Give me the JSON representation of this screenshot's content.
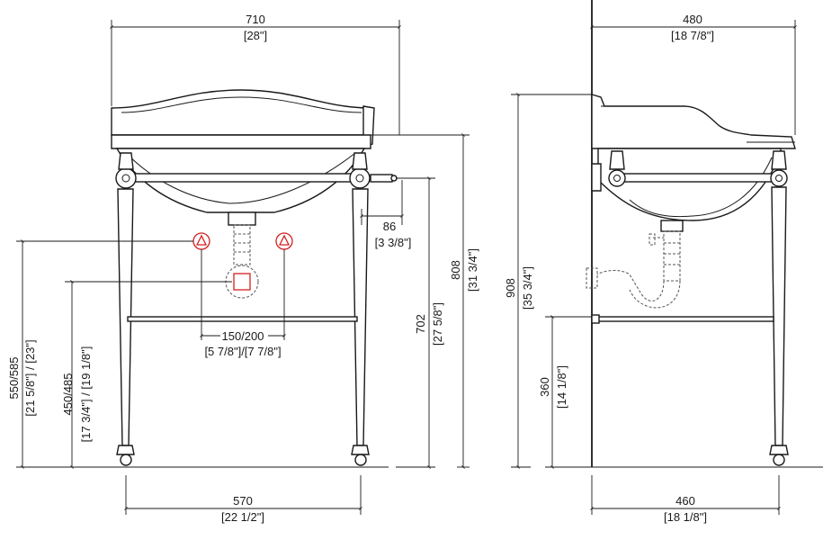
{
  "front_view": {
    "width": {
      "mm": "710",
      "in": "[28\"]"
    },
    "leg_spacing": {
      "mm": "570",
      "in": "[22 1/2\"]"
    },
    "tap_spacing": {
      "mm": "150/200",
      "in": "[5 7/8\"]/[7 7/8\"]"
    },
    "overflow_projection": {
      "mm": "86",
      "in": "[3 3/8\"]"
    },
    "rim_height": {
      "mm": "808",
      "in": "[31 3/4\"]"
    },
    "towel_rail_height": {
      "mm": "702",
      "in": "[27 5/8\"]"
    },
    "tap_height": {
      "label": "550/585",
      "in": "[21 5/8\"] / [23\"]"
    },
    "waste_height": {
      "label": "450/485",
      "in": "[17 3/4\"] / [19 1/8\"]"
    }
  },
  "side_view": {
    "depth": {
      "mm": "480",
      "in": "[18 7/8\"]"
    },
    "leg_depth": {
      "mm": "460",
      "in": "[18 1/8\"]"
    },
    "total_height": {
      "mm": "908",
      "in": "[35 3/4\"]"
    },
    "shelf_height": {
      "mm": "360",
      "in": "[14 1/8\"]"
    }
  }
}
